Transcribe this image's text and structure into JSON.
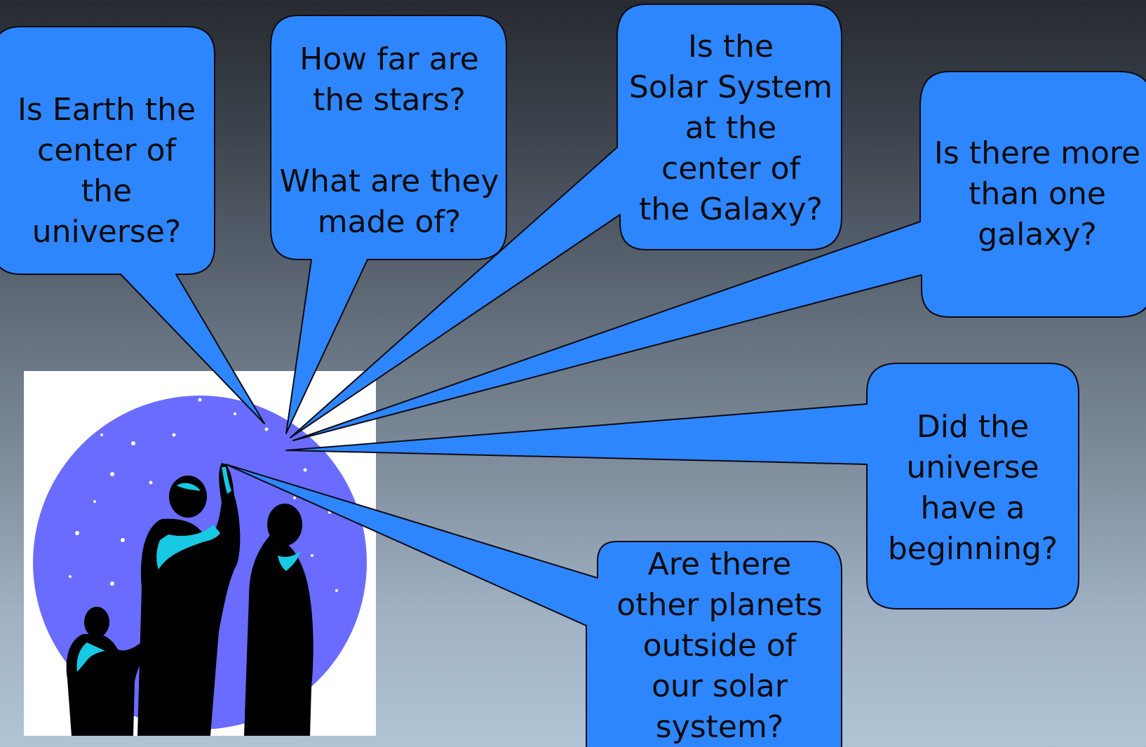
{
  "slide": {
    "questions": {
      "earth_center": "Is Earth the\ncenter of\nthe universe?",
      "stars": "How far are\nthe stars?\n\nWhat are they\nmade of?",
      "solar_system_center": "Is the\nSolar System\nat the\ncenter of\nthe Galaxy?",
      "more_galaxies": "Is there more\nthan one\ngalaxy?",
      "universe_beginning": "Did  the\nuniverse\nhave a\nbeginning?",
      "other_planets": "Are there\nother planets\noutside of\nour solar\nsystem?"
    }
  },
  "colors": {
    "bubble_fill": "#2e86ff",
    "bubble_stroke": "#0a0a14",
    "sky_circle": "#6a6cff",
    "picture_bg": "#ffffff",
    "highlight": "#17c9e3",
    "silhouette": "#000000"
  },
  "icons": {
    "illustration": "stargazers-silhouette-icon"
  }
}
